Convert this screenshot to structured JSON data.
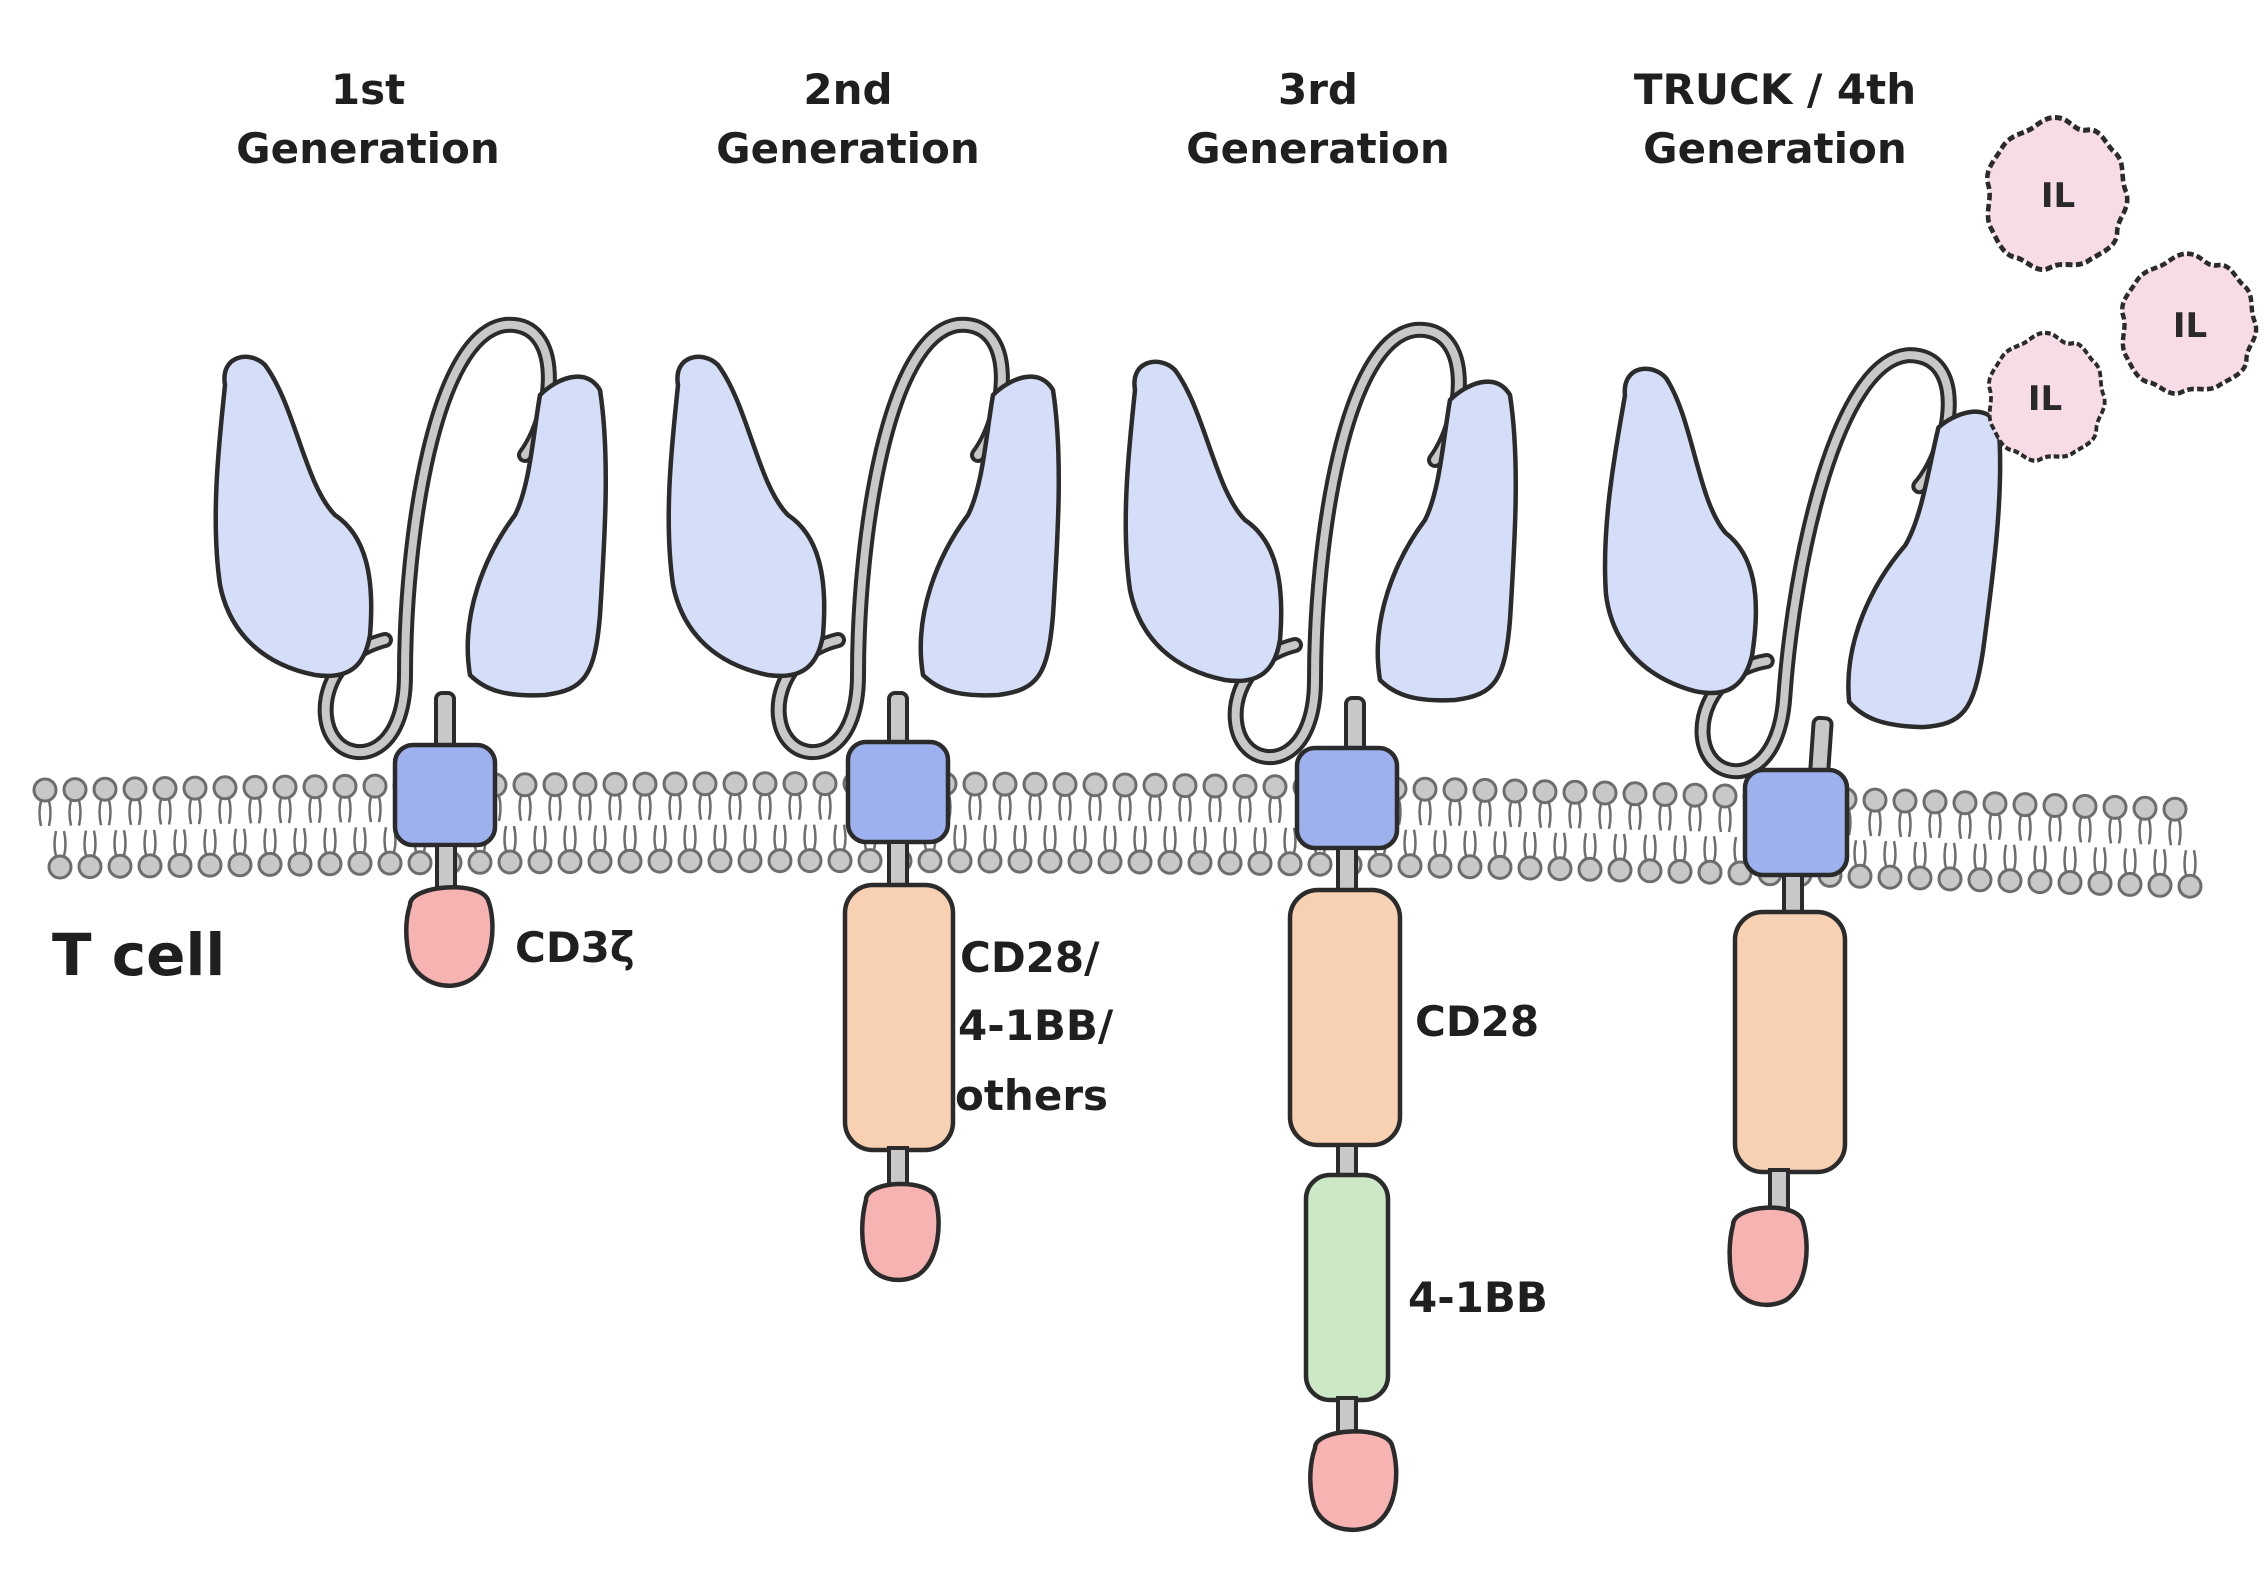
{
  "cell_label": "T cell",
  "il_label": "IL",
  "generations": [
    {
      "title_line1": "1st",
      "title_line2": "Generation"
    },
    {
      "title_line1": "2nd",
      "title_line2": "Generation"
    },
    {
      "title_line1": "3rd",
      "title_line2": "Generation"
    },
    {
      "title_line1": "TRUCK / 4th",
      "title_line2": "Generation"
    }
  ],
  "domain_labels": {
    "cd3z": "CD3ζ",
    "costim_line1": "CD28/",
    "costim_line2": "4-1BB/",
    "costim_line3": "others",
    "cd28": "CD28",
    "fourbb": "4-1BB"
  },
  "colors": {
    "scfv": "#d5def8",
    "transmembrane": "#9db1ef",
    "cd3z": "#f6b3b1",
    "cd28": "#f8d1b3",
    "fourbb": "#cde8c6",
    "interleukin": "#f7dbe7",
    "lipid_head": "#c8c8c8",
    "outline": "#2b2b2b"
  }
}
